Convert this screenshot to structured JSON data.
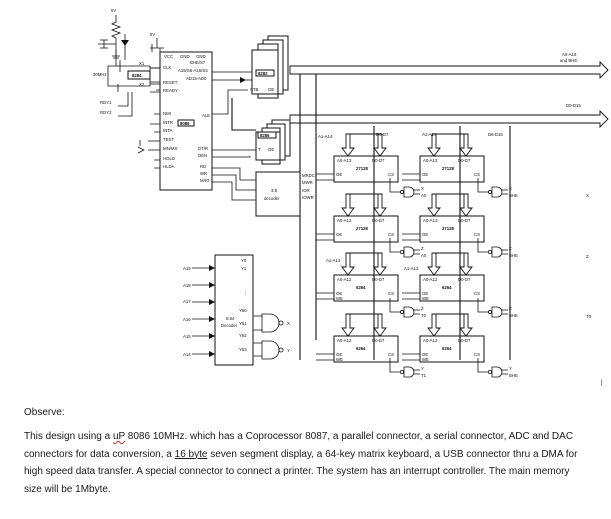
{
  "schematic": {
    "power": {
      "top": "5V",
      "svp": "5V"
    },
    "clock": {
      "xtal1": "X1",
      "xtal2": "X2",
      "freq": "30MHz",
      "gen": "8284"
    },
    "cpu_pins_left": {
      "vcc": "VCC",
      "gnd1": "GND",
      "gnd2": "GND",
      "clk": "CLK",
      "reset": "RESET",
      "ready": "READY",
      "nmi": "NMI",
      "intr": "INTR",
      "inta": "INTA",
      "test": "TEST",
      "mnmx": "MN/MX",
      "hold": "HOLD",
      "hlda": "HLDA"
    },
    "cpu_pins_right": {
      "bhe": "BHE/S7",
      "addr_hi": "A19/S6-A16/S3",
      "ad": "AD15-AD0",
      "ale": "ALE",
      "dtr": "DT/R",
      "den": "DEN",
      "rd": "RD",
      "wr": "WR",
      "mio": "M/IO"
    },
    "cpu_label": "8086",
    "rdy1": "RDY1",
    "rdy2": "RDY2",
    "latch": {
      "label": "8282",
      "stb": "STB",
      "oe": "OE"
    },
    "transceiver": {
      "label": "8286",
      "t": "T",
      "oe": "OE"
    },
    "dec38": {
      "title": "3:8",
      "sub": "decoder",
      "outs": [
        "MRDC",
        "MWR",
        "IOR",
        "IOWR"
      ]
    },
    "bus_labels": {
      "addr_top": "A0-A19",
      "addr_top2": "and BHE",
      "data_top": "D0-D15",
      "addr_a": "A1-A14",
      "data_lo": "D0-D7",
      "addr_b": "A1-A14",
      "data_hi": "D8-D15",
      "addr_ram": "A1-A13",
      "addr_ram2": "A1-A13"
    },
    "decoder": {
      "title": "6:64",
      "sub": "Decoder",
      "inputs": [
        "A19",
        "A18",
        "A17",
        "A16",
        "A15",
        "A14"
      ],
      "top_outs": [
        "Y0",
        "Y1"
      ],
      "bot_outs": [
        "Y60",
        "Y61",
        "Y62",
        "Y63"
      ],
      "gate_out1": "X",
      "gate_out2": "Y"
    },
    "chips": [
      {
        "p": "A0-A13",
        "d": "D0-D7",
        "name": "27128",
        "c": "CS",
        "o": "OE"
      },
      {
        "p": "A0-A13",
        "d": "D0-D7",
        "name": "27128",
        "c": "CS",
        "o": "OE"
      },
      {
        "p": "A0-A13",
        "d": "D0-D7",
        "name": "27128",
        "c": "CS",
        "o": "OE"
      },
      {
        "p": "A0-A13",
        "d": "D0-D7",
        "name": "27128",
        "c": "CS",
        "o": "OE"
      },
      {
        "p": "A0-A12",
        "d": "D0-D7",
        "name": "6264",
        "c": "CS",
        "o": "OE",
        "w": "WE"
      },
      {
        "p": "A0-A12",
        "d": "D0-D7",
        "name": "6264",
        "c": "CS",
        "o": "OE",
        "w": "WE"
      },
      {
        "p": "A0-A12",
        "d": "D0-D7",
        "name": "6264",
        "c": "CS",
        "o": "OE",
        "w": "WE"
      },
      {
        "p": "A0-A12",
        "d": "D0-D7",
        "name": "6264",
        "c": "CS",
        "o": "OE",
        "w": "WE"
      }
    ],
    "cs_gates": [
      {
        "in1": "X",
        "in2": "A0",
        "tail": "BHE"
      },
      {
        "in1": "Z",
        "in2": "A0",
        "tail": "BHE"
      },
      {
        "in1": "Z",
        "in2": "T0",
        "tail": "BHE"
      },
      {
        "in1": "Y",
        "in2": "T1",
        "tail": "BHE"
      }
    ],
    "extra_labels": {
      "bhe_x": "X",
      "bhe_z": "Z",
      "bhe_t0": "T0",
      "a1a13": "A1-A13",
      "a1a13b": "A1-A13"
    }
  },
  "observe": {
    "title": "Observe:",
    "p1": "This design using a ",
    "w1": "uP",
    "p2": " 8086 10MHz. which has a Coprocessor 8087, a parallel connector, a serial connector, ADC and DAC connectors for data conversion, a ",
    "w2": "16 byte",
    "p3": " seven segment display, a 64-key matrix keyboard, a USB connector thru a DMA for high speed data transfer. A special connector to connect a printer. The system has an interrupt controller. The main memory size will be 1Mbyte."
  },
  "cursor": "|"
}
